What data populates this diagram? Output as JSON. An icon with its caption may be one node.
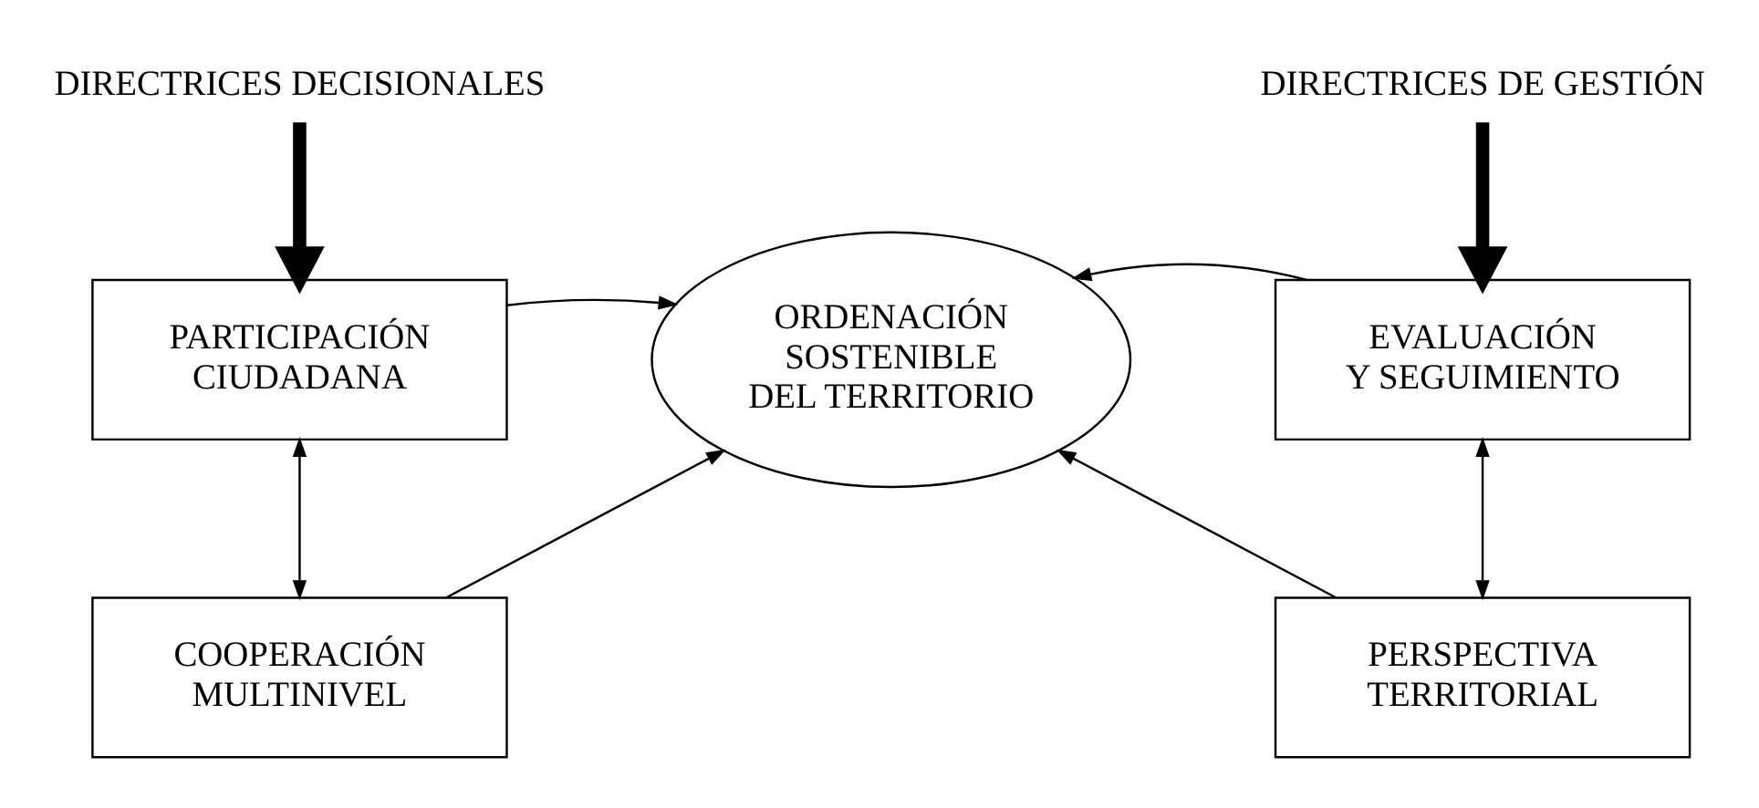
{
  "diagram": {
    "nodes": [
      {
        "text": [
          "DIRECTRICES DECISIONALES"
        ]
      },
      {
        "text": [
          "DIRECTRICES DE GESTIÓN"
        ]
      },
      {
        "text": [
          "PARTICIPACIÓN CIUDADANA"
        ]
      },
      {
        "text": [
          "EVALUACIÓN Y SEGUIMIENTO"
        ]
      },
      {
        "text": [
          "ORDENACIÓN SOSTENIBLE DEL TERRITORIO"
        ]
      },
      {
        "text": [
          "COOPERACIÓN MULTINIVEL"
        ]
      },
      {
        "text": [
          "PERSPECTIVA TERRITORIAL"
        ]
      }
    ],
    "edges": [
      {
        "from": 0,
        "to": 2,
        "arrow": "to",
        "style": "thick"
      },
      {
        "from": 1,
        "to": 3,
        "arrow": "to",
        "style": "thick"
      },
      {
        "from": 2,
        "to": 5,
        "arrow": "both"
      },
      {
        "from": 2,
        "to": 4,
        "arrow": "to"
      },
      {
        "from": 5,
        "to": 4,
        "arrow": "to"
      },
      {
        "from": 3,
        "to": 6,
        "arrow": "both"
      },
      {
        "from": 3,
        "to": 4,
        "arrow": "to"
      },
      {
        "from": 6,
        "to": 4,
        "arrow": "to"
      }
    ]
  }
}
